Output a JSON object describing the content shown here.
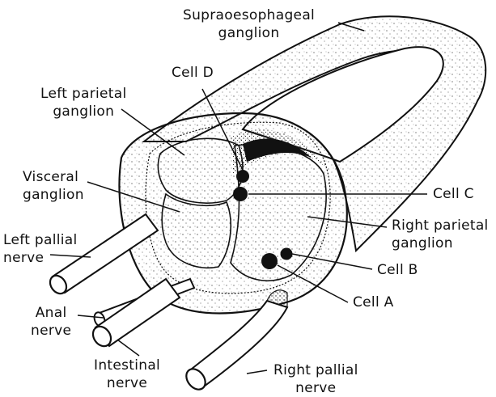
{
  "labels": {
    "supraesophageal": [
      "Supraoesophageal",
      "ganglion"
    ],
    "cell_d": "Cell D",
    "left_parietal": [
      "Left parietal",
      "ganglion"
    ],
    "visceral": [
      "Visceral",
      "ganglion"
    ],
    "cell_c": "Cell C",
    "right_parietal": [
      "Right parietal",
      "ganglion"
    ],
    "left_pallial": [
      "Left pallial",
      "nerve"
    ],
    "cell_b": "Cell B",
    "cell_a": "Cell A",
    "anal": [
      "Anal",
      "nerve"
    ],
    "intestinal": [
      "Intestinal",
      "nerve"
    ],
    "right_pallial": [
      "Right pallial",
      "nerve"
    ]
  },
  "colors": {
    "ink": "#111111",
    "background": "#ffffff"
  }
}
